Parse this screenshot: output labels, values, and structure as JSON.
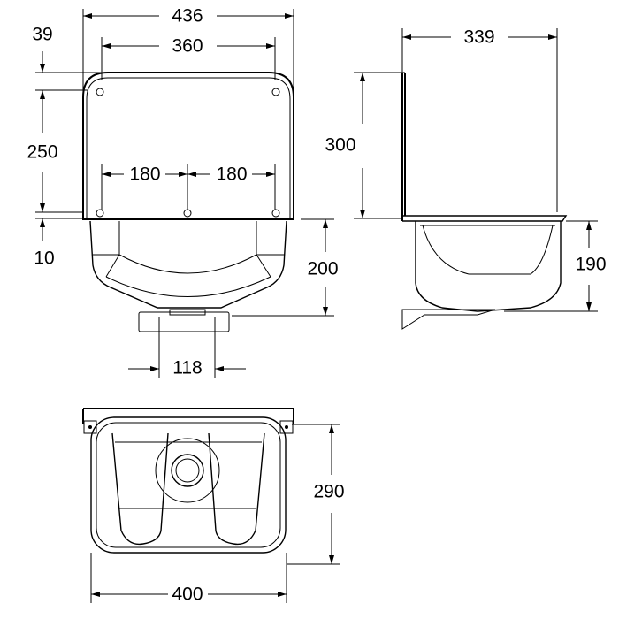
{
  "drawing": {
    "front_view": {
      "overall_width": "436",
      "inner_width": "360",
      "top_offset": "39",
      "backsplash_height": "250",
      "rim_thickness": "10",
      "hole_spacing_left": "180",
      "hole_spacing_right": "180",
      "bowl_depth": "200",
      "bracket_spacing": "118"
    },
    "side_view": {
      "depth": "339",
      "backsplash_height": "300",
      "bowl_depth": "190"
    },
    "top_view": {
      "depth": "290",
      "width": "400"
    }
  }
}
